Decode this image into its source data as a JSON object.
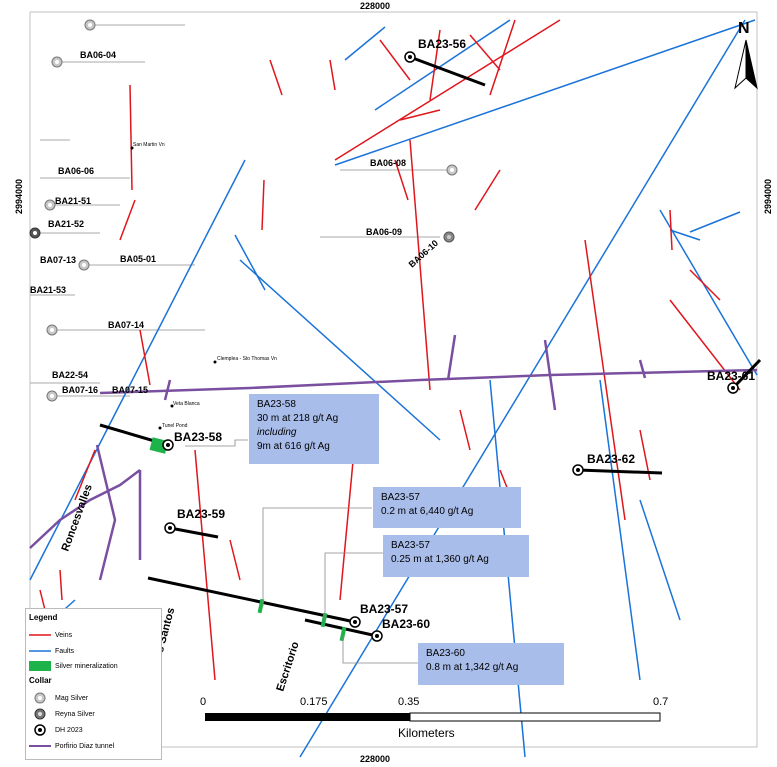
{
  "coordinates": {
    "top_x": "228000",
    "bottom_x": "228000",
    "left_y": "2994000",
    "right_y": "2994000"
  },
  "north": "N",
  "old_holes": [
    "BA06-04",
    "BA06-06",
    "BA21-51",
    "BA21-52",
    "BA07-13",
    "BA05-01",
    "BA21-53",
    "BA07-14",
    "BA22-54",
    "BA07-16",
    "BA07-15",
    "BA06-08",
    "BA06-09",
    "BA06-10"
  ],
  "new_holes": [
    "BA23-56",
    "BA23-58",
    "BA23-59",
    "BA23-57",
    "BA23-60",
    "BA23-62",
    "BA23-61"
  ],
  "street_labels": [
    "San Martin Vn",
    "Clemplea - Sto Thomas Vn",
    "Veta Blanca",
    "Tunel Pond"
  ],
  "area_labels": [
    "Roncesvalles",
    "Todos Los Santos",
    "Escritorio"
  ],
  "callouts": {
    "ba23_58": {
      "hole": "BA23-58",
      "line1": "30 m at 218 g/t Ag",
      "line2": "including",
      "line3": "9m at 616 g/t Ag"
    },
    "ba23_57a": {
      "hole": "BA23-57",
      "line1": "0.2  m at 6,440 g/t Ag"
    },
    "ba23_57b": {
      "hole": "BA23-57",
      "line1": "0.25 m at 1,360 g/t Ag"
    },
    "ba23_60": {
      "hole": "BA23-60",
      "line1": "0.8 m at 1,342 g/t Ag"
    }
  },
  "legend": {
    "title": "Legend",
    "veins": "Veins",
    "faults": "Faults",
    "silver": "Silver mineralization",
    "collar": "Collar",
    "mag": "Mag Silver",
    "reyna": "Reyna Silver",
    "dh": "DH 2023",
    "tunnel": "Porfirio Diaz tunnel"
  },
  "scale": {
    "ticks": [
      "0",
      "0.175",
      "0.35",
      "0.7"
    ],
    "unit": "Kilometers"
  },
  "colors": {
    "vein": "#e0161c",
    "fault": "#1a73d9",
    "tunnel": "#7a4fa0",
    "silver": "#1db34a",
    "callout_bg": "#a9bdea"
  }
}
